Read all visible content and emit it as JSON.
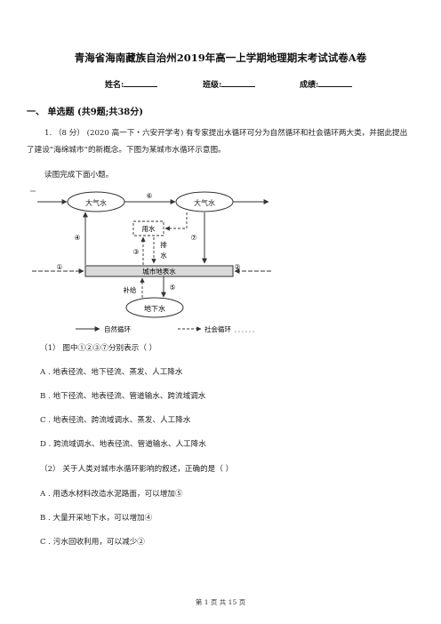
{
  "doc": {
    "title": "青海省海南藏族自治州2019年高一上学期地理期末考试试卷A卷",
    "name_label": "姓名:",
    "class_label": "班级:",
    "score_label": "成绩:",
    "section_title": "一、 单选题 (共9题;共38分)"
  },
  "question": {
    "text_line1": "1. （8 分） (2020 高一下・六安开学考) 有专家提出水循环可分为自然循环和社会循环两大类，并据此提出",
    "text_line2": "了建设“海绵城市”的新概念。下图为某城市水循环示意图。",
    "instruction": "读图完成下面小题。"
  },
  "diagram": {
    "atmosphere_left": "大气水",
    "atmosphere_right": "大气水",
    "used_water": "用水",
    "drain": "排水",
    "urban_surface": "城市地表水",
    "groundwater": "地下水",
    "recharge": "补给",
    "legend_natural": "自然循环",
    "legend_social": "社会循环",
    "n1": "①",
    "n2": "②",
    "n3": "③",
    "n4": "④",
    "n5": "⑤",
    "n6": "⑥",
    "n7": "⑦"
  },
  "sub1": {
    "stem": "（1） 图中①②③⑦分别表示（     ）",
    "options": [
      "A . 地表径流、地下径流、蒸发、人工降水",
      "B . 地下径流、地表径流、管道输水、跨流域调水",
      "C . 地表径流、跨流域调水、蒸发、人工降水",
      "D . 跨流域调水、地表径流、管道输水、人工降水"
    ]
  },
  "sub2": {
    "stem": "（2） 关于人类对城市水循环影响的叙述，正确的是（     ）",
    "options": [
      "A . 用透水材料改造水泥路面，可以增加⑤",
      "B . 大量开采地下水，可以增加④",
      "C . 污水回收利用，可以减少②"
    ]
  },
  "footer": "第 1 页 共 15 页"
}
